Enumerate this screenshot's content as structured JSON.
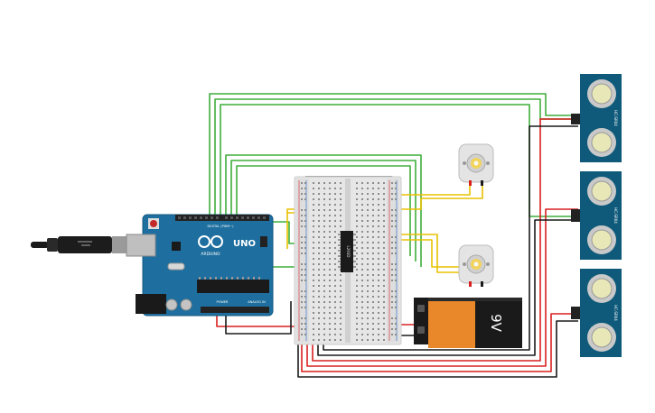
{
  "arduino": {
    "brand": "ARDUINO",
    "model": "UNO",
    "digital_label": "DIGITAL (PWM~)",
    "power_label": "POWER",
    "analog_label": "ANALOG IN",
    "board_color": "#1e6f9f"
  },
  "motor_driver": {
    "label": "L293D"
  },
  "battery": {
    "label": "9V",
    "body_color": "#e8882a",
    "cap_color": "#1a1a1a"
  },
  "sensors": [
    {
      "model": "HC-SR04"
    },
    {
      "model": "HC-SR04"
    },
    {
      "model": "HC-SR04"
    }
  ],
  "wire_colors": {
    "green": "#3fae3a",
    "yellow": "#e8c100",
    "red": "#d82020",
    "black": "#1a1a1a"
  }
}
